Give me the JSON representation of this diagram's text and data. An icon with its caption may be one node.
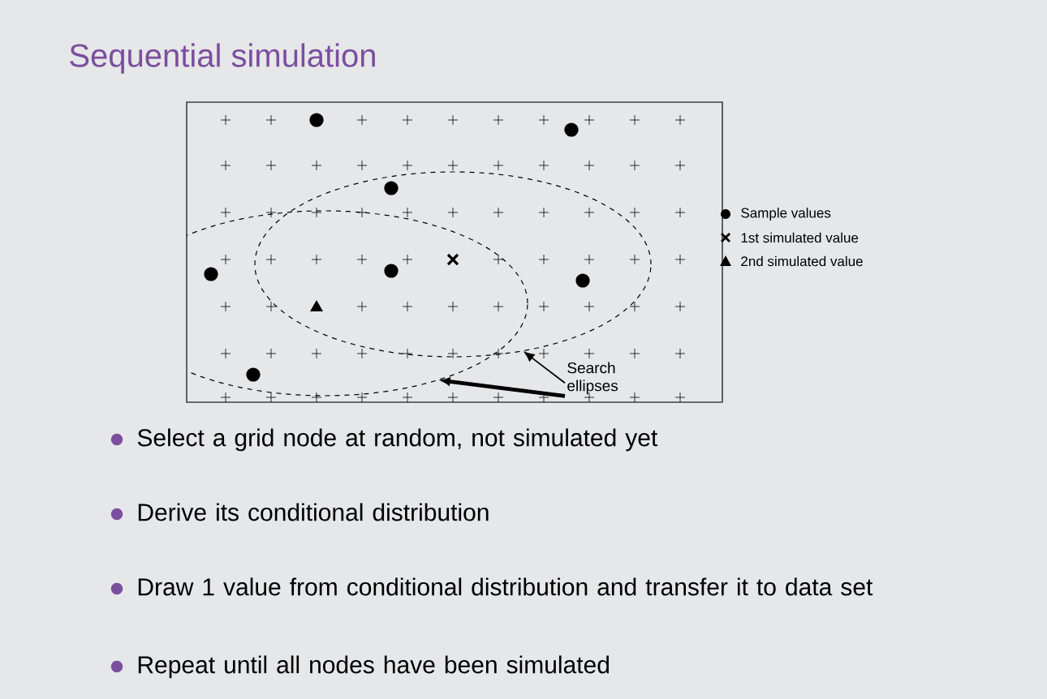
{
  "diagram": {
    "title": "Sequential simulation",
    "nodes": [
      {
        "text": [],
        "shape": "ellipse"
      },
      {
        "text": [],
        "shape": "ellipse"
      },
      {
        "text": [
          "Search ellipses"
        ]
      }
    ],
    "edges": [
      {
        "from": 2,
        "to": 1,
        "arrow": "to"
      },
      {
        "from": 2,
        "to": 0,
        "arrow": "to",
        "style": "thick"
      }
    ],
    "labels": [
      "Select a grid node at random, not simulated yet",
      "Derive its conditional distribution",
      "Draw 1 value from conditional distribution and transfer it to data set",
      "Repeat until all nodes have been simulated"
    ],
    "legend": [
      {
        "text": "Sample values"
      },
      {
        "text": "1st simulated value"
      },
      {
        "text": "2nd simulated value"
      }
    ]
  }
}
